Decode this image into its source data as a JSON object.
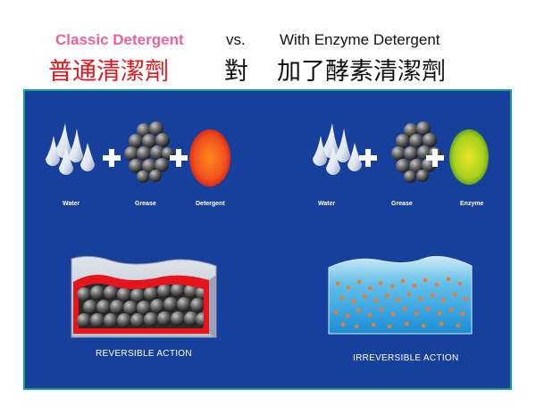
{
  "header": {
    "classic_en": "Classic Detergent",
    "vs_en": "vs.",
    "enzyme_en": "With Enzyme Detergent",
    "classic_zh": "普通清潔劑",
    "vs_zh": "對",
    "enzyme_zh": "加了酵素清潔劑"
  },
  "left": {
    "labels": [
      "Water",
      "Grease",
      "Detergent"
    ],
    "caption": "REVERSIBLE ACTION"
  },
  "right": {
    "labels": [
      "Water",
      "Grease",
      "Enzyme"
    ],
    "caption": "IRREVERSIBLE ACTION"
  },
  "colors": {
    "classic_header": "#f0609a",
    "classic_zh": "#e8121a",
    "panel_bg": "#173f9c",
    "panel_border": "#1d9f8f",
    "detergent": "#e43c10",
    "enzyme": "#8cc21a",
    "water_fill": "#4fb4e4",
    "particle": "#ef7a2a",
    "shield_red": "#e8141c"
  }
}
